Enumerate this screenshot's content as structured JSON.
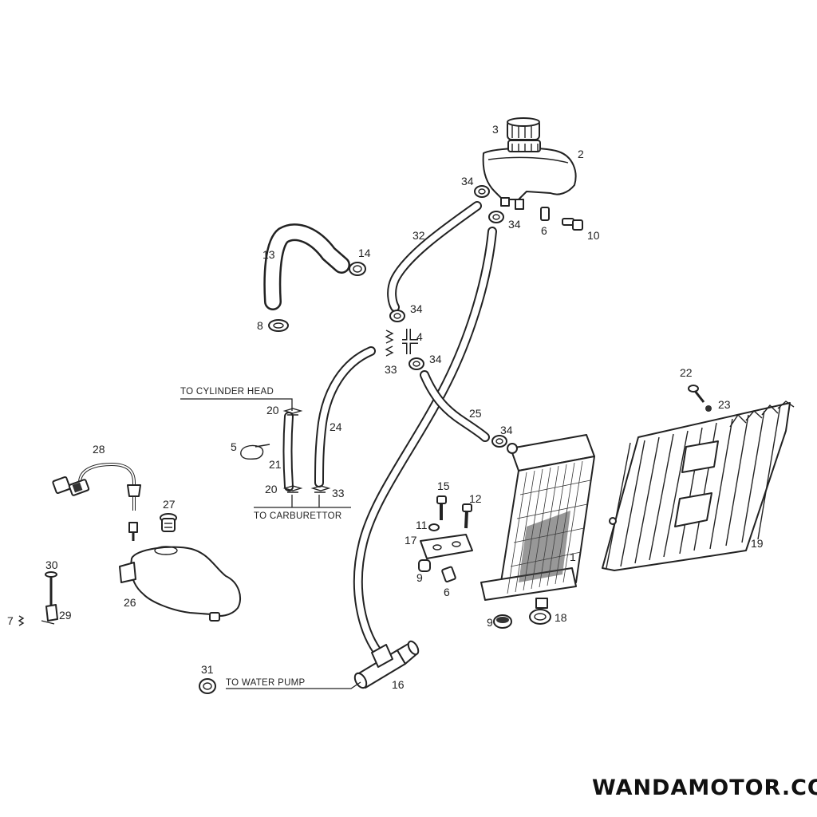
{
  "diagram": {
    "callouts": {
      "c1": "1",
      "c2": "2",
      "c3": "3",
      "c4": "4",
      "c5": "5",
      "c6a": "6",
      "c6b": "6",
      "c7": "7",
      "c8": "8",
      "c9a": "9",
      "c9b": "9",
      "c10": "10",
      "c11": "11",
      "c12": "12",
      "c13": "13",
      "c14": "14",
      "c15": "15",
      "c16": "16",
      "c17": "17",
      "c18": "18",
      "c19": "19",
      "c20a": "20",
      "c20b": "20",
      "c21": "21",
      "c22": "22",
      "c23": "23",
      "c24": "24",
      "c25": "25",
      "c26": "26",
      "c27": "27",
      "c28": "28",
      "c29": "29",
      "c30": "30",
      "c31": "31",
      "c32": "32",
      "c33a": "33",
      "c33b": "33",
      "c34a": "34",
      "c34b": "34",
      "c34c": "34",
      "c34d": "34",
      "c34e": "34"
    },
    "notes": {
      "cylinder_head": "TO CYLINDER HEAD",
      "carburettor": "TO CARBURETTOR",
      "water_pump": "TO WATER PUMP"
    }
  },
  "watermark": "WANDAMOTOR.COM"
}
